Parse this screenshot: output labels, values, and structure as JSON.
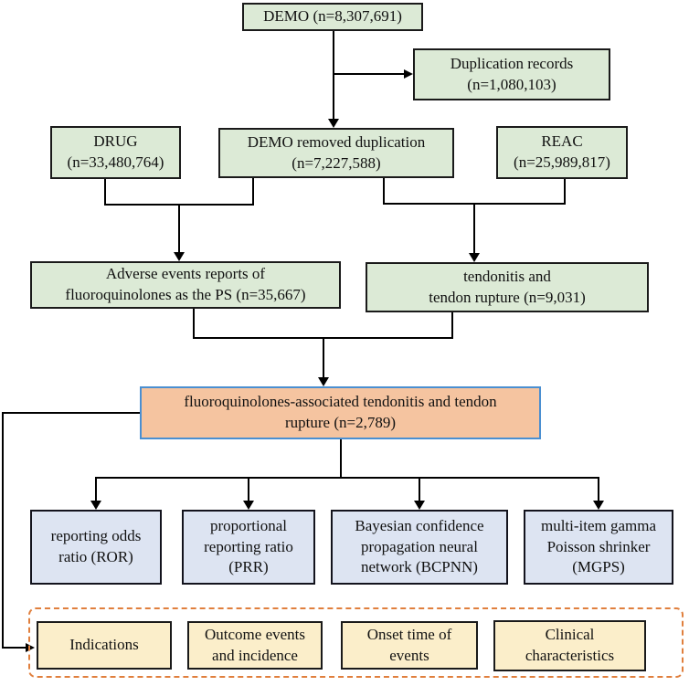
{
  "figure": {
    "type": "flowchart",
    "description_visible_text_only": true
  },
  "colors": {
    "box_green": "#dcead6",
    "box_green_border": "#1a1a1a",
    "box_orange": "#f5c4a0",
    "box_orange_border": "#4a8fd1",
    "box_lavender": "#dde4f2",
    "box_lavender_border": "#13131d",
    "box_yellow": "#fbeeca",
    "box_yellow_border": "#1a1a1a",
    "dashed_border": "#e07f3d",
    "line": "#000000"
  },
  "nodes": {
    "demo": {
      "text": "DEMO (n=8,307,691)"
    },
    "duplication_records": {
      "text": "Duplication records\n(n=1,080,103)"
    },
    "drug": {
      "text": "DRUG\n(n=33,480,764)"
    },
    "demo_removed": {
      "text": "DEMO removed duplication\n(n=7,227,588)"
    },
    "reac": {
      "text": "REAC\n(n=25,989,817)"
    },
    "adverse_events": {
      "text": "Adverse events reports of\nfluoroquinolones as the PS (n=35,667)"
    },
    "tendonitis": {
      "text": "tendonitis and\ntendon rupture (n=9,031)"
    },
    "fq_associated": {
      "text": "fluoroquinolones-associated tendonitis and tendon\nrupture (n=2,789)"
    },
    "ror": {
      "text": "reporting odds\nratio (ROR)"
    },
    "prr": {
      "text": "proportional\nreporting ratio\n(PRR)"
    },
    "bcpnn": {
      "text": "Bayesian confidence\npropagation neural\nnetwork (BCPNN)"
    },
    "mgps": {
      "text": "multi-item gamma\nPoisson shrinker\n(MGPS)"
    },
    "indications": {
      "text": "Indications"
    },
    "outcome_events": {
      "text": "Outcome events\nand incidence"
    },
    "onset_time": {
      "text": "Onset time of\nevents"
    },
    "clinical_characteristics": {
      "text": "Clinical\ncharacteristics"
    }
  }
}
